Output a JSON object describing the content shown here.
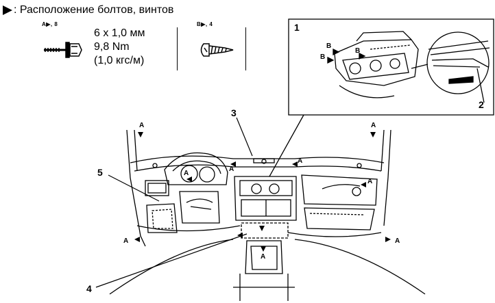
{
  "legend": {
    "title": ": Расположение болтов, винтов",
    "bolt_tag": "A▶, 8",
    "screw_tag": "B▶, 4",
    "bolt_spec": [
      "6 x 1,0 мм",
      "9,8 Nm",
      "(1,0 кгс/м)"
    ]
  },
  "callouts": {
    "n1": "1",
    "n2": "2",
    "n3": "3",
    "n4": "4",
    "n5": "5",
    "a": "A",
    "b": "B"
  },
  "icons": [
    "arrow-triangle-icon",
    "flange-bolt-icon",
    "tapping-screw-icon"
  ]
}
